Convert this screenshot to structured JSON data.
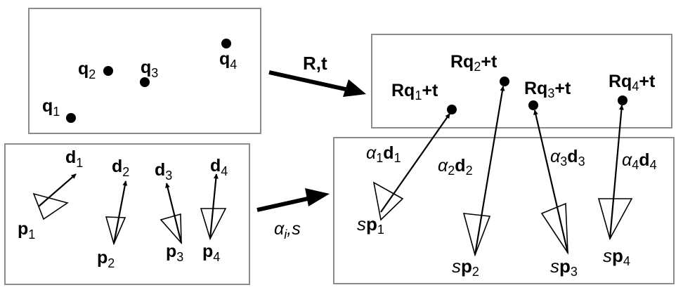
{
  "boxes": {
    "q_panel": {
      "points": [
        {
          "label": "q",
          "sub": "1"
        },
        {
          "label": "q",
          "sub": "2"
        },
        {
          "label": "q",
          "sub": "3"
        },
        {
          "label": "q",
          "sub": "4"
        }
      ]
    },
    "transformed_panel": {
      "points": [
        {
          "pre": "Rq",
          "sub": "1",
          "post": "+t"
        },
        {
          "pre": "Rq",
          "sub": "2",
          "post": "+t"
        },
        {
          "pre": "Rq",
          "sub": "3",
          "post": "+t"
        },
        {
          "pre": "Rq",
          "sub": "4",
          "post": "+t"
        }
      ]
    },
    "p_panel": {
      "origins": [
        {
          "label": "p",
          "sub": "1"
        },
        {
          "label": "p",
          "sub": "2"
        },
        {
          "label": "p",
          "sub": "3"
        },
        {
          "label": "p",
          "sub": "4"
        }
      ],
      "directions": [
        {
          "label": "d",
          "sub": "1"
        },
        {
          "label": "d",
          "sub": "2"
        },
        {
          "label": "d",
          "sub": "3"
        },
        {
          "label": "d",
          "sub": "4"
        }
      ]
    },
    "scaled_panel": {
      "origins": [
        {
          "scale": "s",
          "label": "p",
          "sub": "1"
        },
        {
          "scale": "s",
          "label": "p",
          "sub": "2"
        },
        {
          "scale": "s",
          "label": "p",
          "sub": "3"
        },
        {
          "scale": "s",
          "label": "p",
          "sub": "4"
        }
      ],
      "rays": [
        {
          "coef": "α",
          "csub": "1",
          "label": "d",
          "sub": "1"
        },
        {
          "coef": "α",
          "csub": "2",
          "label": "d",
          "sub": "2"
        },
        {
          "coef": "α",
          "csub": "3",
          "label": "d",
          "sub": "3"
        },
        {
          "coef": "α",
          "csub": "4",
          "label": "d",
          "sub": "4"
        }
      ]
    }
  },
  "transform_arrows": {
    "rigid": "R,t",
    "scale_coef": "α",
    "scale_sub": "i",
    "scale_rest": ",s"
  }
}
